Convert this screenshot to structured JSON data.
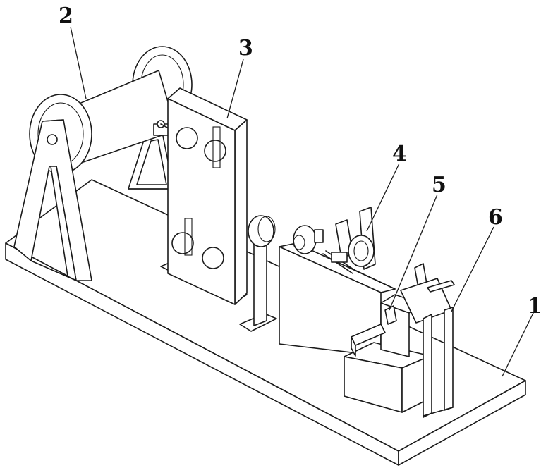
{
  "labels": {
    "base": "1",
    "spool": "2",
    "roller_panel": "3",
    "clamp_unit": "4",
    "drive_unit": "5",
    "frame": "6"
  }
}
